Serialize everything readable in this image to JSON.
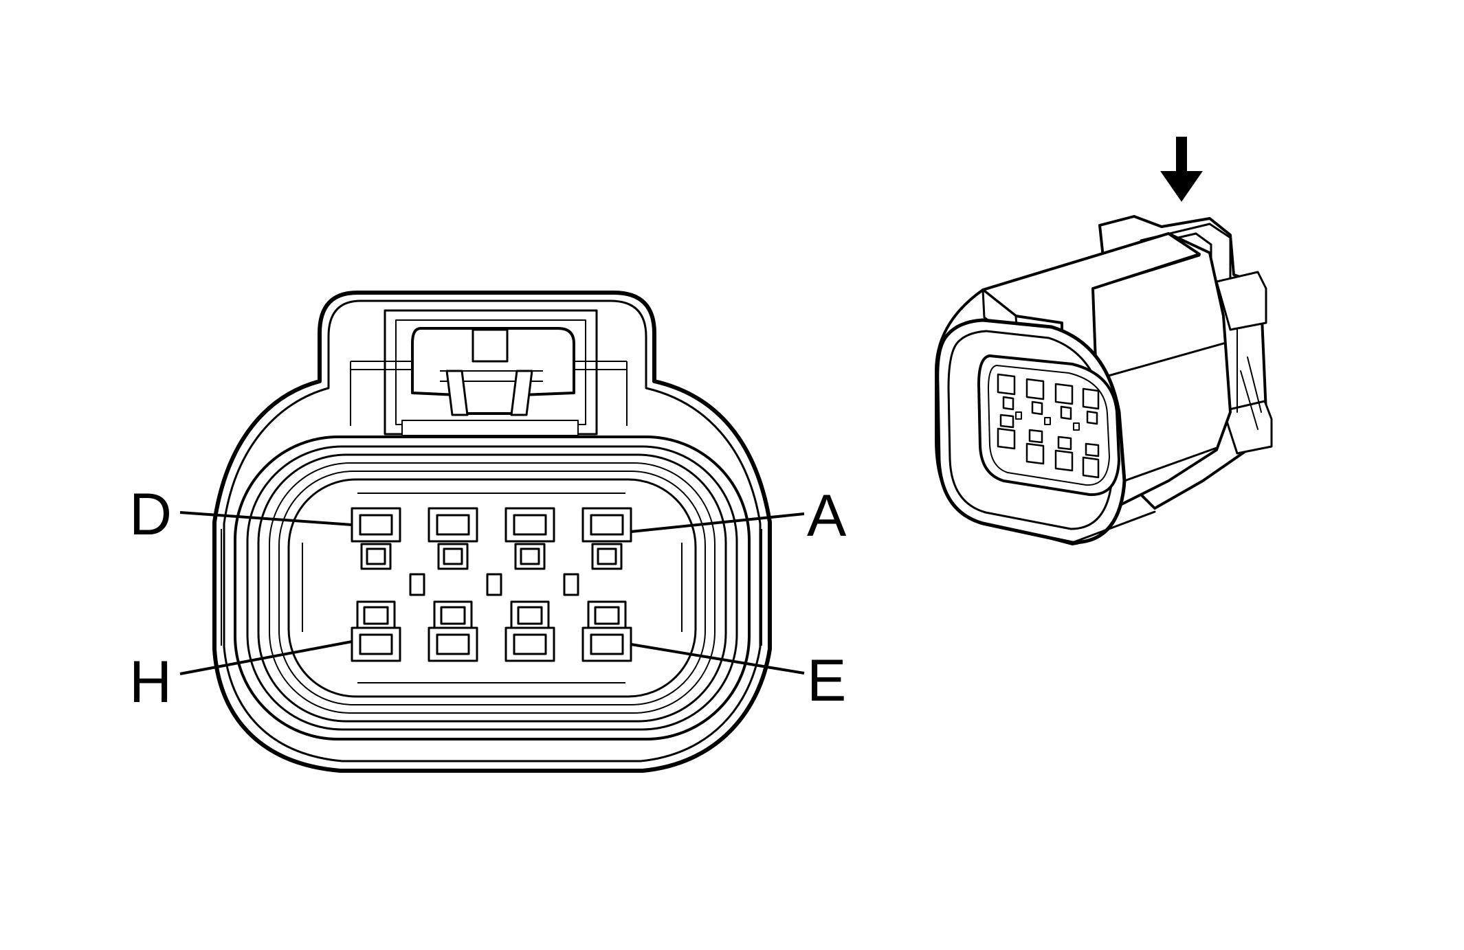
{
  "colors": {
    "stroke": "#000000",
    "fill": "#ffffff",
    "background": "#ffffff"
  },
  "labels": {
    "pin_a": "A",
    "pin_d": "D",
    "pin_e": "E",
    "pin_h": "H"
  },
  "icons": {
    "arrow": "arrow-down-icon"
  }
}
